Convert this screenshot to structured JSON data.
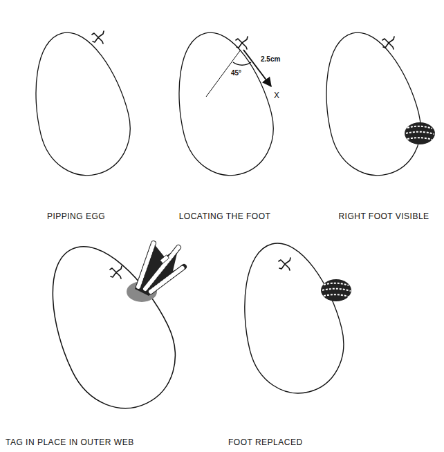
{
  "diagram": {
    "labels": [
      "PIPPING EGG",
      "LOCATING THE FOOT",
      "RIGHT FOOT VISIBLE",
      "TAG IN PLACE IN OUTER WEB",
      "FOOT REPLACED",
      "2.5cm",
      "45°",
      "X"
    ]
  }
}
